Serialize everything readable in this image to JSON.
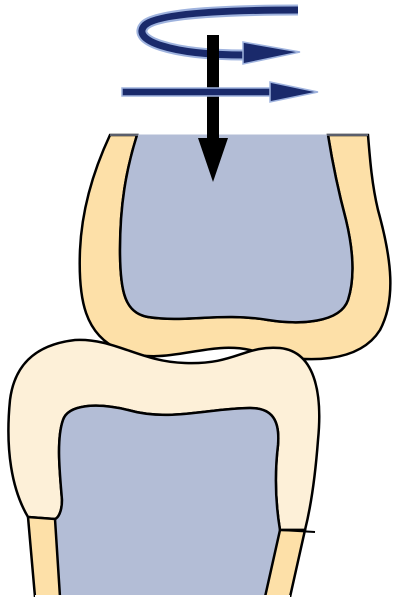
{
  "diagram": {
    "colors": {
      "background": "#ffffff",
      "upper_bone_marrow": "#b3bdd6",
      "upper_bone_cortex": "#fde0a8",
      "lower_bone_marrow": "#b3bdd6",
      "lower_bone_cartilage": "#fdf0d8",
      "lower_bone_cortex": "#fde0a8",
      "outline": "#000000",
      "force_arrow": "#000000",
      "shear_arrow_fill": "#1a2a6b",
      "shear_arrow_edge": "#9fb3de"
    },
    "icons": {
      "compression": "down-arrow",
      "rotation": "rotation-arrow",
      "shear": "right-arrow"
    }
  }
}
